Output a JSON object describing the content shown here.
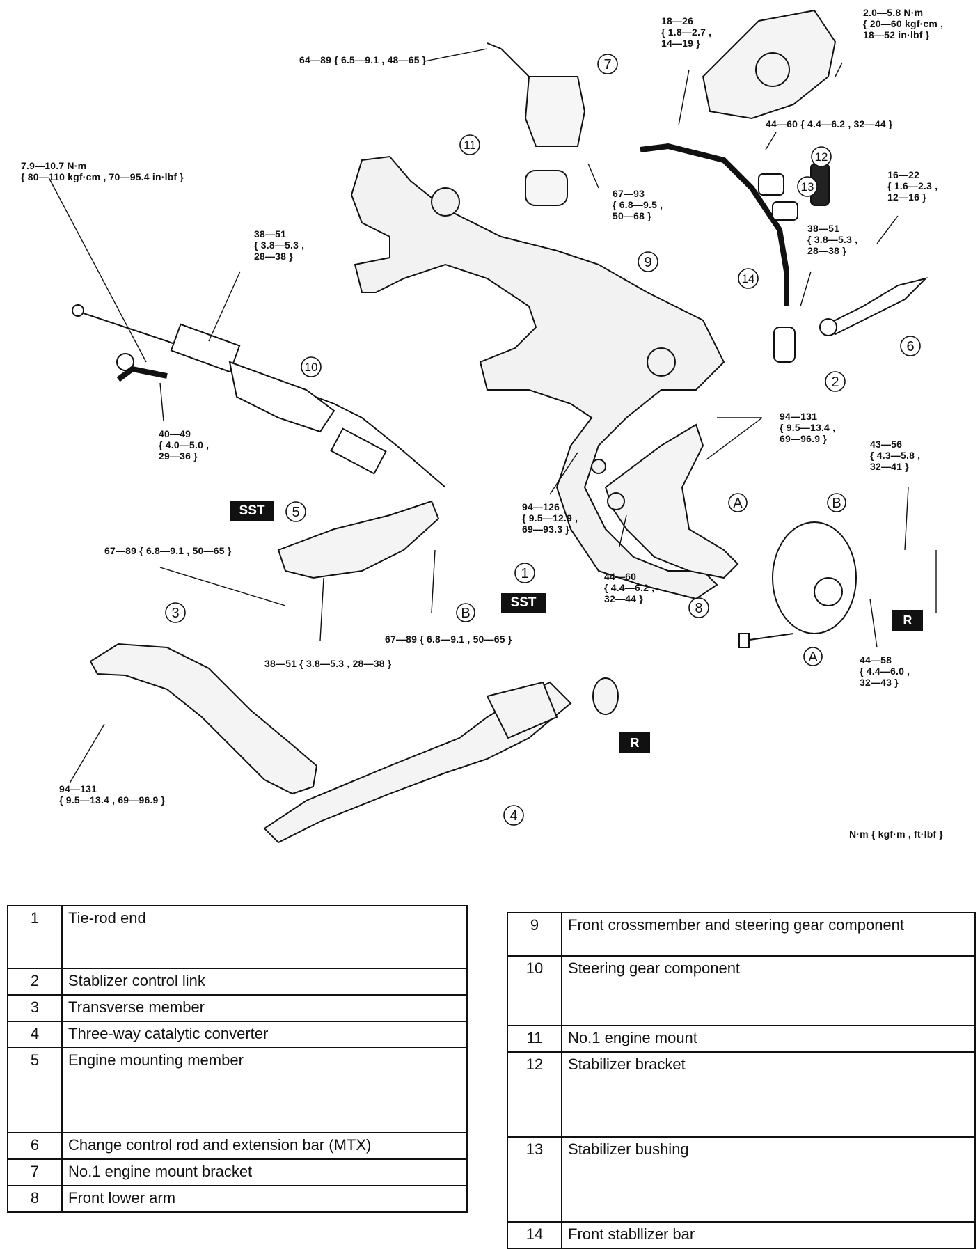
{
  "unit_note": "N·m { kgf·m , ft·lbf }",
  "torque_labels": {
    "t1": "64—89 { 6.5—9.1 , 48—65 }",
    "t2": "18—26\n{ 1.8—2.7 ,\n14—19 }",
    "t3": "2.0—5.8 N·m\n{ 20—60 kgf·cm ,\n18—52 in·lbf }",
    "t4": "44—60 { 4.4—6.2 , 32—44 }",
    "t5": "7.9—10.7 N·m\n{ 80—110 kgf·cm , 70—95.4 in·lbf }",
    "t6": "67—93\n{ 6.8—9.5 ,\n50—68 }",
    "t7": "16—22\n{ 1.6—2.3 ,\n12—16 }",
    "t8": "38—51\n{ 3.8—5.3 ,\n28—38 }",
    "t9": "38—51\n{ 3.8—5.3 ,\n28—38 }",
    "t10": "40—49\n{ 4.0—5.0 ,\n29—36 }",
    "t11": "94—131\n{ 9.5—13.4 ,\n69—96.9 }",
    "t12": "43—56\n{ 4.3—5.8 ,\n32—41 }",
    "t13": "94—126\n{ 9.5—12.9 ,\n69—93.3 }",
    "t14": "67—89 { 6.8—9.1 , 50—65 }",
    "t15": "44—60\n{ 4.4—6.2 ,\n32—44 }",
    "t16": "67—89 { 6.8—9.1 , 50—65 }",
    "t17": "38—51 { 3.8—5.3 , 28—38 }",
    "t18": "44—58\n{ 4.4—6.0 ,\n32—43 }",
    "t19": "94—131\n{ 9.5—13.4 , 69—96.9 }"
  },
  "badges": {
    "sst": "SST",
    "r": "R"
  },
  "letters": {
    "a": "A",
    "b": "B"
  },
  "callouts": {
    "c1": "1",
    "c2": "2",
    "c3": "3",
    "c4": "4",
    "c5": "5",
    "c6": "6",
    "c7": "7",
    "c8": "8",
    "c9": "9",
    "c10": "10",
    "c11": "11",
    "c12": "12",
    "c13": "13",
    "c14": "14"
  },
  "legend_left": [
    {
      "num": "1",
      "name": "Tie-rod end"
    },
    {
      "num": "2",
      "name": "Stablizer control link"
    },
    {
      "num": "3",
      "name": "Transverse member"
    },
    {
      "num": "4",
      "name": "Three-way catalytic converter"
    },
    {
      "num": "5",
      "name": "Engine mounting member"
    },
    {
      "num": "6",
      "name": "Change control rod and extension bar (MTX)"
    },
    {
      "num": "7",
      "name": "No.1 engine mount bracket"
    },
    {
      "num": "8",
      "name": "Front lower arm"
    }
  ],
  "legend_right": [
    {
      "num": "9",
      "name": "Front crossmember and steering gear component"
    },
    {
      "num": "10",
      "name": "Steering gear component"
    },
    {
      "num": "11",
      "name": "No.1 engine mount"
    },
    {
      "num": "12",
      "name": "Stabilizer bracket"
    },
    {
      "num": "13",
      "name": "Stabilizer bushing"
    },
    {
      "num": "14",
      "name": "Front stabllizer bar"
    }
  ]
}
